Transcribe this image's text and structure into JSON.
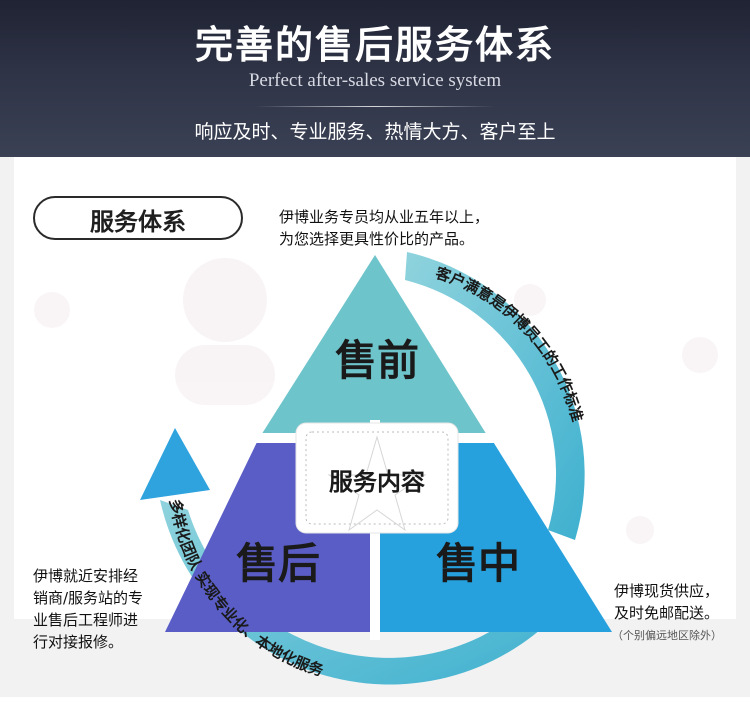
{
  "header": {
    "title": "完善的售后服务体系",
    "subtitle": "Perfect after-sales service system",
    "tagline": "响应及时、专业服务、热情大方、客户至上"
  },
  "badge": {
    "label": "服务体系"
  },
  "intro": {
    "line1": "伊博业务专员均从业五年以上，",
    "line2": "为您选择更具性价比的产品。"
  },
  "diagram": {
    "top": "售前",
    "left": "售后",
    "right": "售中",
    "center": "服务内容",
    "arc_right": "客户满意是伊博员工的工作标准",
    "arc_bottom": "多样化团队  实现专业化、本地化服务",
    "colors": {
      "top": "#6ec4cb",
      "left": "#5a5dc6",
      "right": "#26a1de",
      "arc": "#5fc2d4"
    }
  },
  "left_note": {
    "line1": "伊博就近安排经",
    "line2": "销商/服务站的专",
    "line3": "业售后工程师进",
    "line4": "行对接报修。"
  },
  "right_note": {
    "line1": "伊博现货供应，",
    "line2": "及时免邮配送。",
    "small": "（个别偏远地区除外）"
  }
}
